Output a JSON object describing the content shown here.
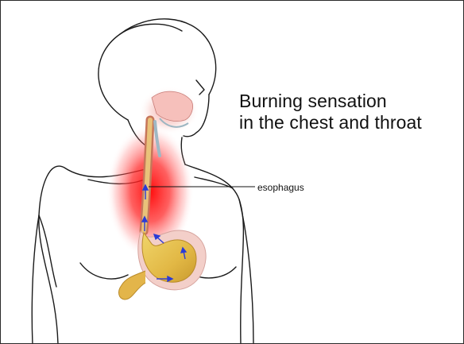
{
  "caption": {
    "line1": "Burning sensation",
    "line2": "in the chest and throat"
  },
  "labels": {
    "esophagus": "esophagus"
  },
  "colors": {
    "outline": "#1a1a1a",
    "burn_red": "#ff1a1a",
    "stomach_yellow": "#e6c24a",
    "stomach_pink": "#f2c6c0",
    "throat_pink": "#f1b7b2",
    "acid_arrow_blue": "#2b3bd6"
  }
}
